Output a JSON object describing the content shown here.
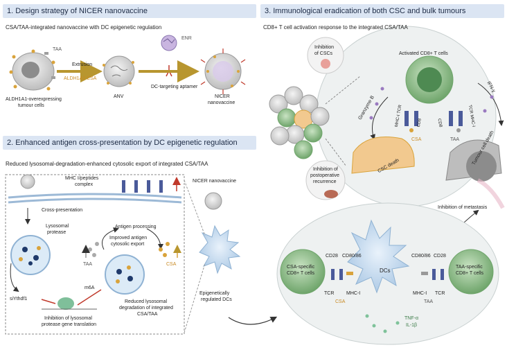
{
  "panel1": {
    "title": "1. Design strategy of NICER nanovaccine",
    "subtitle": "CSA/TAA-integrated nanovaccine with DC epigenetic regulation",
    "labels": {
      "taa": "TAA",
      "extrusion": "Extrusion",
      "aldh_csa": "ALDH1A1 CSA",
      "enr": "ENR",
      "anv": "ANV",
      "aptamer": "DC-targeting aptamer",
      "tumour_cells_1": "ALDH1A1-overexpressing",
      "tumour_cells_2": "tumour cells",
      "nicer_1": "NICER",
      "nicer_2": "nanovaccine"
    }
  },
  "panel2": {
    "title": "2. Enhanced antigen cross-presentation by DC epigenetic regulation",
    "subtitle": "Reduced lysosomal-degradation-enhanced cytosolic export of integrated CSA/TAA",
    "labels": {
      "mhc_1": "MHC I/peptides",
      "mhc_2": "complex",
      "cross": "Cross-presentation",
      "lyso_1": "Lysosomal",
      "lyso_2": "protease",
      "processing": "Antigen processing",
      "improved_1": "Improved antigen",
      "improved_2": "cytosolic export",
      "taa": "TAA",
      "csa": "CSA",
      "m6a": "m6A",
      "reduced_1": "Reduced lysosomal",
      "reduced_2": "degradation of integrated",
      "reduced_3": "CSA/TAA",
      "siythdf1": "siYthdf1",
      "inhib_1": "Inhibition of lysosomal",
      "inhib_2": "protease gene translation",
      "nicer_nano": "NICER nanovaccine",
      "epi_1": "Epigenetically",
      "epi_2": "regulated DCs"
    }
  },
  "panel3": {
    "title": "3. Immunological eradication of both CSC and bulk tumours",
    "subtitle": "CD8+ T cell activation response to the integrated CSA/TAA",
    "labels": {
      "inhib_csc_1": "Inhibition",
      "inhib_csc_2": "of CSCs",
      "activated": "Activated CD8+ T cells",
      "granzyme": "Granzyme B",
      "ifn": "IFN-γ",
      "mhc_tcr": "MHC-I TCR",
      "cd8_left": "CD8",
      "cd8_right": "CD8",
      "tcr_mhc": "TCR MHC-I",
      "csa": "CSA",
      "taa": "TAA",
      "csc_death": "CSC death",
      "tumour_death": "Tumour cell death",
      "postop_1": "Inhibition of",
      "postop_2": "postoperative",
      "postop_3": "recurrence",
      "metastasis": "Inhibition of metastasis",
      "csa_t_1": "CSA-specific",
      "csa_t_2": "CD8+ T cells",
      "taa_t_1": "TAA-specific",
      "taa_t_2": "CD8+ T cells",
      "cd28_l": "CD28",
      "cd8086_l": "CD80/86",
      "dcs": "DCs",
      "cd8086_r": "CD80/86",
      "cd28_r": "CD28",
      "tcr_l": "TCR",
      "mhc_l": "MHC-I",
      "csa_b": "CSA",
      "mhc_r": "MHC-I",
      "tcr_r": "TCR",
      "taa_b": "TAA",
      "tnf": "TNF-α",
      "il1b": "IL-1β"
    }
  },
  "colors": {
    "header": "#dbe5f3",
    "tcell_green": "#8fbf8a",
    "dc_blue": "#b9d2ea",
    "orange": "#d9a33b",
    "arrow": "#b8962f"
  }
}
